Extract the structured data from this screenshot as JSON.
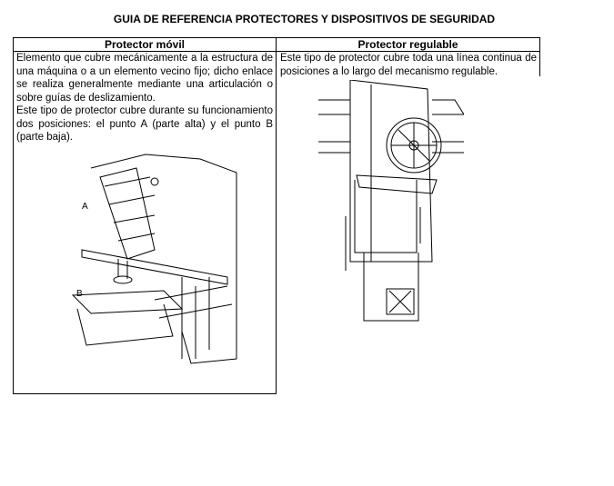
{
  "title": "GUIA DE REFERENCIA PROTECTORES Y DISPOSITIVOS DE SEGURIDAD",
  "columns": [
    {
      "header": "Protector móvil",
      "text": "Elemento que cubre mecánicamente a la estructura de una máquina o a un elemento vecino fijo; dicho enlace se realiza generalmente mediante una articulación o sobre guías de deslizamiento.",
      "text2": "Este tipo de protector cubre durante su funcionamiento dos posiciones: el punto A (parte alta) y el punto B (parte baja).",
      "labels": [
        "A",
        "B"
      ]
    },
    {
      "header": "Protector regulable",
      "text": "Este tipo de protector cubre toda una línea continua de posiciones a lo largo del mecanismo regulable."
    }
  ]
}
